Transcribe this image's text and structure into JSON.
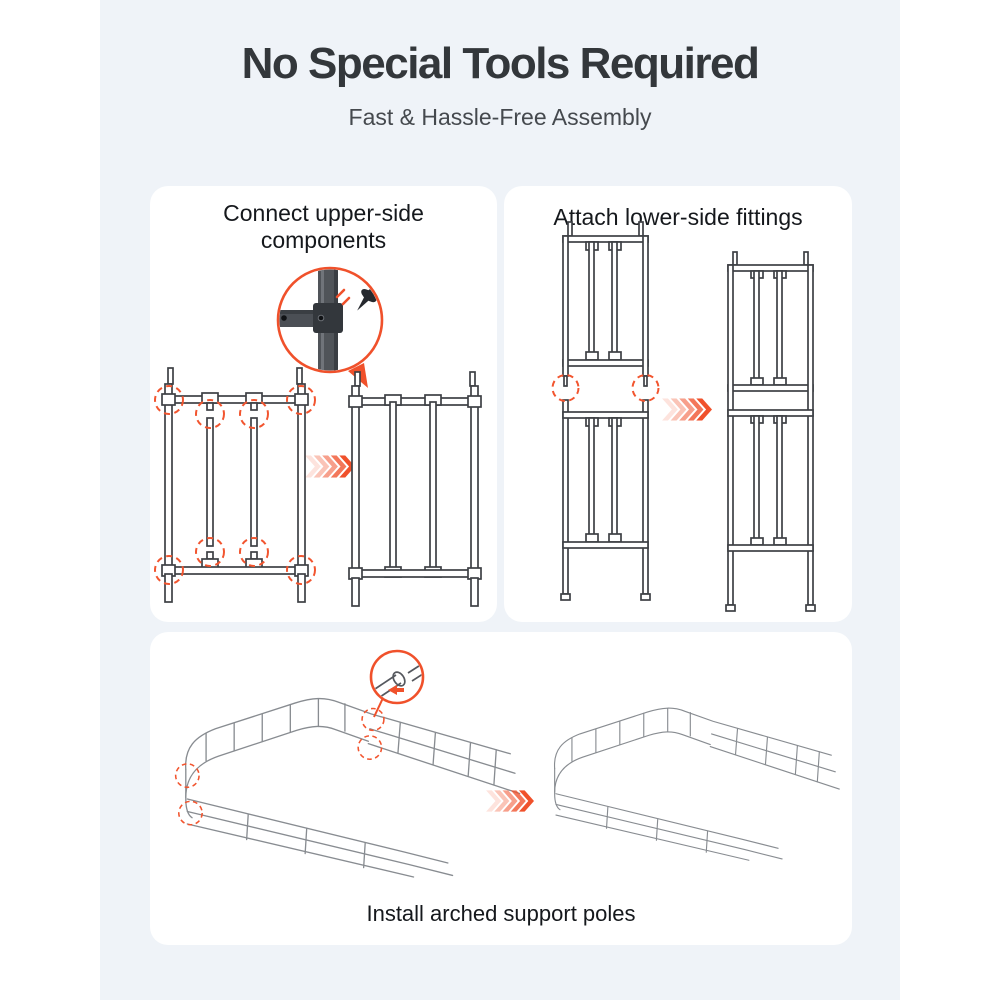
{
  "colors": {
    "canvas": "#eff3f8",
    "card": "#ffffff",
    "accent": "#f0512b",
    "heading": "#33373b",
    "subtitle": "#45494e",
    "label": "#15181c",
    "frame_line": "#3d4045",
    "fence_line": "#888c91"
  },
  "header": {
    "title": "No Special Tools Required",
    "subtitle": "Fast & Hassle-Free Assembly"
  },
  "steps": {
    "step1": {
      "title": "Connect upper-side components",
      "zoom_icon": "t-connector-screw-magnifier",
      "arrow_icon": "triple-chevron-right"
    },
    "step2": {
      "title": "Attach lower-side fittings",
      "arrow_icon": "triple-chevron-right"
    },
    "step3": {
      "caption": "Install arched support poles",
      "zoom_icon": "pole-insertion-magnifier",
      "arrow_icon": "triple-chevron-right"
    }
  }
}
